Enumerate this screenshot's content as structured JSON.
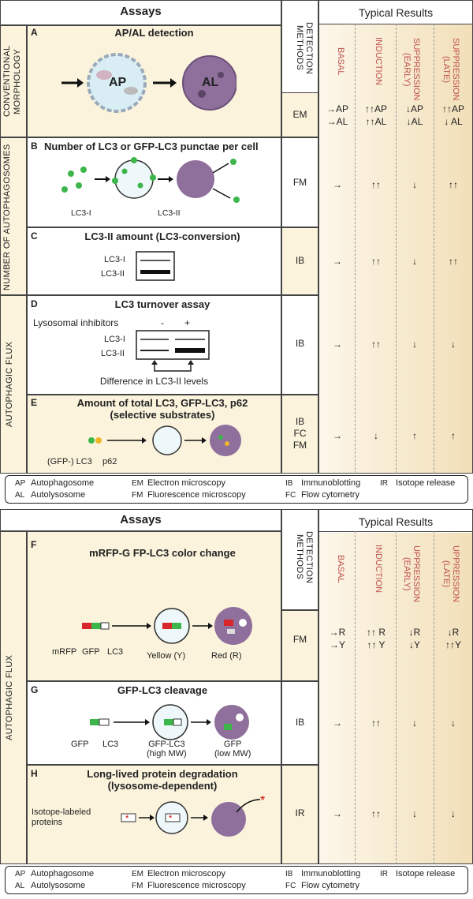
{
  "top": {
    "assays_header": "Assays",
    "detection_header": "DETECTION METHODS",
    "results_header": "Typical Results",
    "columns": [
      "BASAL",
      "INDUCTION",
      "SUPPRESSION (EARLY)",
      "SUPPRESSION (LATE)"
    ],
    "groups": [
      "CONVENTIONAL MORPHOLOGY",
      "NUMBER OF AUTOPHAGOSOMES",
      "AUTOPHAGIC FLUX"
    ],
    "rows": [
      {
        "letter": "A",
        "title": "AP/AL detection",
        "method": "EM",
        "results": [
          "→AP\n→AL",
          "↑↑AP\n↑↑AL",
          "↓AP\n↓AL",
          "↑↑AP\n↓ AL"
        ],
        "labels": {
          "ap": "AP",
          "al": "AL"
        }
      },
      {
        "letter": "B",
        "title": "Number of LC3 or GFP-LC3 punctae per cell",
        "method": "FM",
        "results": [
          "→",
          "↑↑",
          "↓",
          "↑↑"
        ],
        "labels": {
          "lc3i": "LC3-I",
          "lc3ii": "LC3-II"
        }
      },
      {
        "letter": "C",
        "title": "LC3-II amount (LC3-conversion)",
        "method": "IB",
        "results": [
          "→",
          "↑↑",
          "↓",
          "↑↑"
        ],
        "labels": {
          "lc3i": "LC3-I",
          "lc3ii": "LC3-II"
        }
      },
      {
        "letter": "D",
        "title": "LC3 turnover assay",
        "method": "IB",
        "results": [
          "→",
          "↑↑",
          "↓",
          "↓"
        ],
        "labels": {
          "inhib": "Lysosomal inhibitors",
          "minus": "-",
          "plus": "+",
          "lc3i": "LC3-I",
          "lc3ii": "LC3-II",
          "diff": "Difference in LC3-II levels"
        }
      },
      {
        "letter": "E",
        "title": "Amount of total LC3, GFP-LC3, p62\n(selective substrates)",
        "method": "IB\nFC\nFM",
        "results": [
          "→",
          "↓",
          "↑",
          "↑"
        ],
        "labels": {
          "lc3": "(GFP-) LC3",
          "p62": "p62"
        }
      }
    ]
  },
  "bottom": {
    "assays_header": "Assays",
    "detection_header": "DETECTION METHODS",
    "results_header": "Typical Results",
    "columns": [
      "BASAL",
      "INDUCTION",
      "UPPRESSION (EARLY)",
      "UPPRESSION (LATE)"
    ],
    "group": "AUTOPHAGIC FLUX",
    "rows": [
      {
        "letter": "F",
        "title": "mRFP-G FP-LC3 color change",
        "method": "FM",
        "results": [
          "→R\n→Y",
          "↑↑ R\n↑↑ Y",
          "↓R\n↓Y",
          "↓R\n↑↑Y"
        ],
        "labels": {
          "mrfp": "mRFP",
          "gfp": "GFP",
          "lc3": "LC3",
          "yellow": "Yellow (Y)",
          "red": "Red (R)"
        }
      },
      {
        "letter": "G",
        "title": "GFP-LC3 cleavage",
        "method": "IB",
        "results": [
          "→",
          "↑↑",
          "↓",
          "↓"
        ],
        "labels": {
          "gfp": "GFP",
          "lc3": "LC3",
          "gfplc3": "GFP-LC3\n(high MW)",
          "gfp2": "GFP\n(low MW)"
        }
      },
      {
        "letter": "H",
        "title": "Long-lived protein degradation\n(lysosome-dependent)",
        "method": "IR",
        "results": [
          "→",
          "↑↑",
          "↓",
          "↓"
        ],
        "labels": {
          "iso": "Isotope-labeled\nproteins"
        }
      }
    ]
  },
  "legend": {
    "items": [
      {
        "abbr": "AP",
        "text": "Autophagosome"
      },
      {
        "abbr": "AL",
        "text": "Autolysosome"
      },
      {
        "abbr": "EM",
        "text": "Electron microscopy"
      },
      {
        "abbr": "FM",
        "text": "Fluorescence microscopy"
      },
      {
        "abbr": "IB",
        "text": "Immunoblotting"
      },
      {
        "abbr": "FC",
        "text": "Flow cytometry"
      },
      {
        "abbr": "IR",
        "text": "Isotope release"
      }
    ]
  },
  "colors": {
    "beige": "#fbf3dc",
    "tan": "#f1dfb8",
    "accent": "#c0504d",
    "green": "#3cb54a",
    "purple": "#8f6f9c"
  }
}
